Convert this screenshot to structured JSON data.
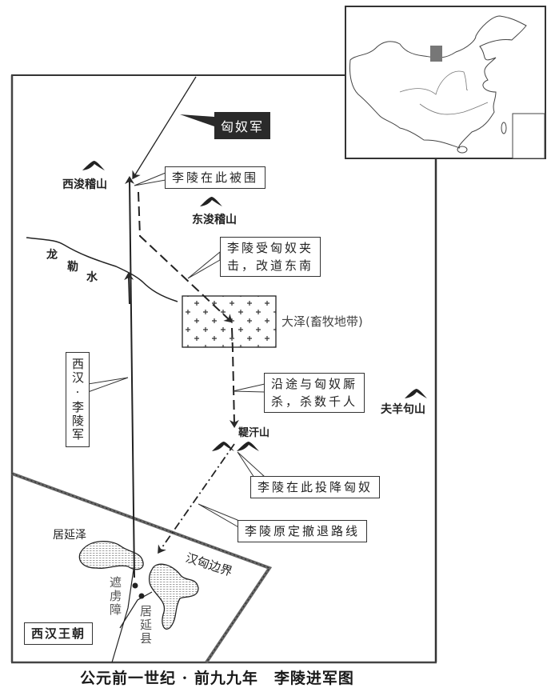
{
  "title": "公元前一世纪 · 前九九年　李陵进军图",
  "callouts": {
    "xiongnu_army": "匈奴军",
    "besieged": "李陵在此被围",
    "flank_attack": [
      "李陵受匈奴夹",
      "击，改道东南"
    ],
    "fighting": [
      "沿途与匈奴厮",
      "杀，杀数千人"
    ],
    "surrender": "李陵在此投降匈奴",
    "retreat_route": "李陵原定撤退路线",
    "han_army": "西汉·李陵军",
    "western_han": "西汉王朝"
  },
  "places": {
    "west_junji_mountain": "西浚稽山",
    "east_junji_mountain": "东浚稽山",
    "longle_river": "龙勒水",
    "great_marsh": "大泽(畜牧地带)",
    "fuyang_mountain": "夫羊句山",
    "dihan_mountain": "鞮汗山",
    "juyan_marsh": "居延泽",
    "zhelu_barrier": "遮虏障",
    "juyan_county": "居延县",
    "border": "汉匈边界"
  },
  "inset": {
    "label": "China locator map",
    "highlight_color": "#777777"
  },
  "colors": {
    "ink": "#2a2a2a",
    "border_line": "#555555",
    "hatch": "#888888"
  }
}
